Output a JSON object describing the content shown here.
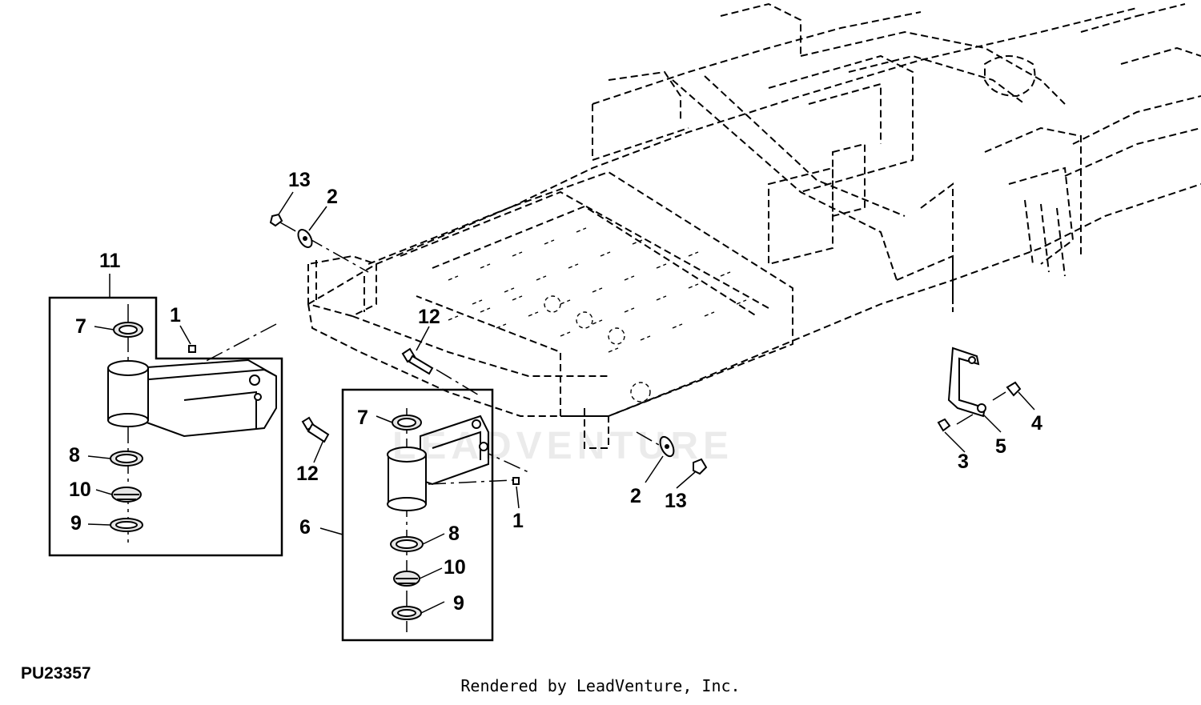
{
  "diagram": {
    "figure_id": "PU23357",
    "credit": "Rendered by LeadVenture, Inc.",
    "watermark": "LEADVENTURE",
    "callouts": [
      {
        "id": "c13a",
        "label": "13"
      },
      {
        "id": "c2a",
        "label": "2"
      },
      {
        "id": "c11",
        "label": "11"
      },
      {
        "id": "c7a",
        "label": "7"
      },
      {
        "id": "c1a",
        "label": "1"
      },
      {
        "id": "c12a",
        "label": "12"
      },
      {
        "id": "c12b",
        "label": "12"
      },
      {
        "id": "c8a",
        "label": "8"
      },
      {
        "id": "c10a",
        "label": "10"
      },
      {
        "id": "c9a",
        "label": "9"
      },
      {
        "id": "c7b",
        "label": "7"
      },
      {
        "id": "c6",
        "label": "6"
      },
      {
        "id": "c8b",
        "label": "8"
      },
      {
        "id": "c10b",
        "label": "10"
      },
      {
        "id": "c9b",
        "label": "9"
      },
      {
        "id": "c1b",
        "label": "1"
      },
      {
        "id": "c2b",
        "label": "2"
      },
      {
        "id": "c13b",
        "label": "13"
      },
      {
        "id": "c3",
        "label": "3"
      },
      {
        "id": "c5",
        "label": "5"
      },
      {
        "id": "c4",
        "label": "4"
      }
    ]
  },
  "colors": {
    "line": "#000000",
    "background": "#ffffff",
    "part_fill": "#e6e6e6"
  }
}
